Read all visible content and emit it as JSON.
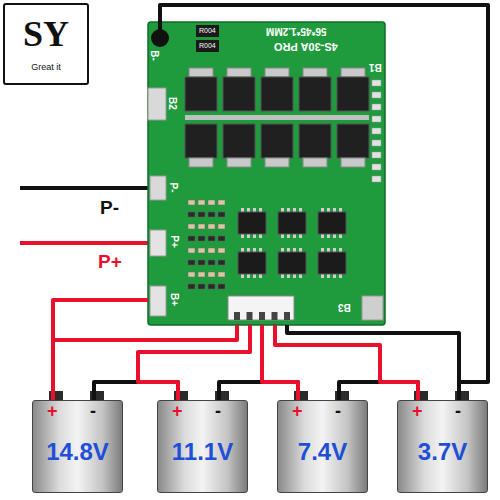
{
  "diagram": {
    "nodes": [
      {
        "text": [
          "SY",
          "Great it"
        ]
      },
      {
        "text": [
          "B-",
          "R004",
          "R004",
          "56*45*1.2MM",
          "4S-30A PRO",
          "B1",
          "B2",
          "P-",
          "P+",
          "B+",
          "B3"
        ]
      },
      {
        "text": [
          "+",
          "-",
          "14.8V"
        ]
      },
      {
        "text": [
          "+",
          "-",
          "11.1V"
        ]
      },
      {
        "text": [
          "+",
          "-",
          "7.4V"
        ]
      },
      {
        "text": [
          "+",
          "-",
          "3.7V"
        ]
      }
    ],
    "edges": [
      {
        "from": 1,
        "to": 2,
        "arrow": "none"
      },
      {
        "from": 1,
        "to": 2,
        "arrow": "none"
      },
      {
        "from": 2,
        "to": 3,
        "arrow": "none"
      },
      {
        "from": 1,
        "to": 3,
        "arrow": "none"
      },
      {
        "from": 3,
        "to": 4,
        "arrow": "none"
      },
      {
        "from": 1,
        "to": 4,
        "arrow": "none"
      },
      {
        "from": 4,
        "to": 5,
        "arrow": "none"
      },
      {
        "from": 1,
        "to": 5,
        "arrow": "none"
      },
      {
        "from": 1,
        "to": 5,
        "arrow": "none"
      },
      {
        "from": 1,
        "to": 5,
        "arrow": "none"
      }
    ],
    "labels": [
      "P-",
      "P+"
    ]
  }
}
